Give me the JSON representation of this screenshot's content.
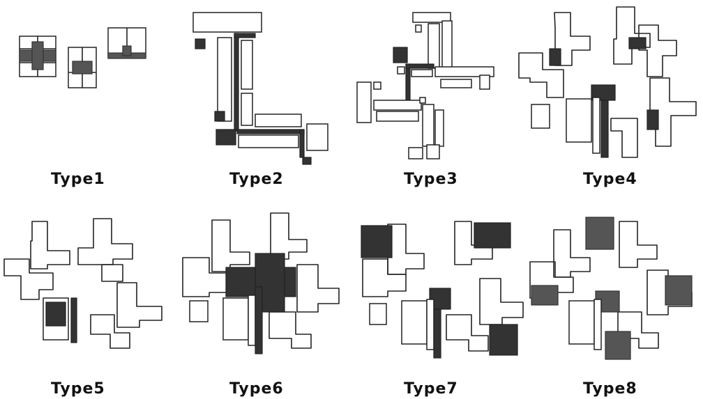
{
  "panels": [
    {
      "id": "type1",
      "label": "Type1"
    },
    {
      "id": "type2",
      "label": "Type2"
    },
    {
      "id": "type3",
      "label": "Type3"
    },
    {
      "id": "type4",
      "label": "Type4"
    },
    {
      "id": "type5",
      "label": "Type5"
    },
    {
      "id": "type6",
      "label": "Type6"
    },
    {
      "id": "type7",
      "label": "Type7"
    },
    {
      "id": "type8",
      "label": "Type8"
    }
  ],
  "colors": {
    "ink": "#222222",
    "fill_dark": "#333333",
    "fill_mid": "#555555",
    "background": "#ffffff"
  }
}
